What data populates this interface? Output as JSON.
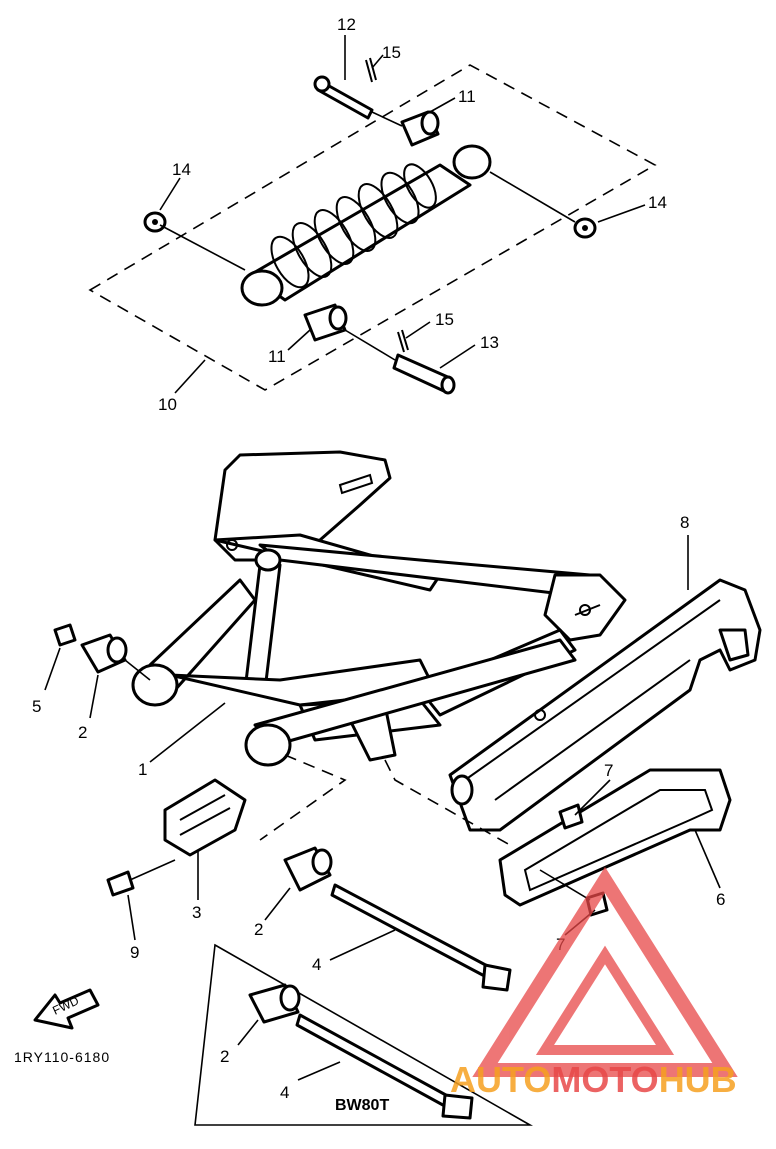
{
  "figure_code": "1RY110-6180",
  "variant_label": "BW80T",
  "fwd_label": "FWD",
  "watermark": {
    "part1": "AUTO",
    "part2": "MOTO",
    "part3": "HUB",
    "color_primary": "#f6a020",
    "color_secondary": "#e84848"
  },
  "callouts": {
    "c1": "1",
    "c2a": "2",
    "c2b": "2",
    "c2c": "2",
    "c3": "3",
    "c4a": "4",
    "c4b": "4",
    "c5": "5",
    "c6": "6",
    "c7a": "7",
    "c7b": "7",
    "c8": "8",
    "c9": "9",
    "c10": "10",
    "c11a": "11",
    "c11b": "11",
    "c12": "12",
    "c13": "13",
    "c14a": "14",
    "c14b": "14",
    "c15a": "15",
    "c15b": "15"
  }
}
